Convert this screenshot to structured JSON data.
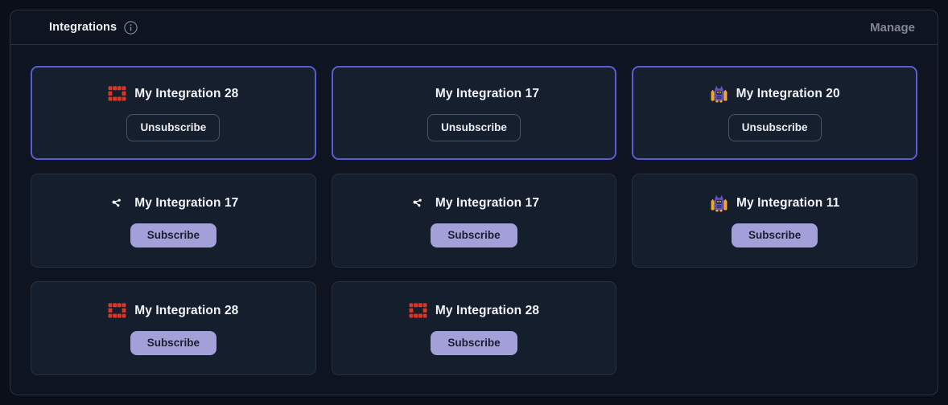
{
  "panel": {
    "title": "Integrations",
    "manage_label": "Manage"
  },
  "buttons": {
    "subscribe_label": "Subscribe",
    "unsubscribe_label": "Unsubscribe"
  },
  "cards": [
    {
      "title": "My Integration 28",
      "icon": "red-tiles-icon",
      "action": "Unsubscribe",
      "subscribed": true
    },
    {
      "title": "My Integration 17",
      "icon": "orange-stripes-icon",
      "action": "Unsubscribe",
      "subscribed": true
    },
    {
      "title": "My Integration 20",
      "icon": "wizard-mascot-icon",
      "action": "Unsubscribe",
      "subscribed": true
    },
    {
      "title": "My Integration 17",
      "icon": "pink-share-icon",
      "action": "Subscribe",
      "subscribed": false
    },
    {
      "title": "My Integration 17",
      "icon": "pink-share-icon",
      "action": "Subscribe",
      "subscribed": false
    },
    {
      "title": "My Integration 11",
      "icon": "wizard-mascot-icon",
      "action": "Subscribe",
      "subscribed": false
    },
    {
      "title": "My Integration 28",
      "icon": "red-tiles-icon",
      "action": "Subscribe",
      "subscribed": false
    },
    {
      "title": "My Integration 28",
      "icon": "red-tiles-icon",
      "action": "Subscribe",
      "subscribed": false
    }
  ],
  "colors": {
    "page_bg": "#0a0f1a",
    "panel_bg": "#0e1420",
    "card_bg": "#151e2c",
    "card_border": "#27303f",
    "subscribed_border": "#5c5bd6",
    "subscribe_button_bg": "#a39fd9",
    "subscribe_button_text": "#181f30",
    "unsubscribe_button_border": "#4a5362",
    "title_text": "#f2f4f7",
    "manage_text": "#7f8795",
    "red_tiles_icon": "#d6392a",
    "orange_stripes_icon": "#e2481d",
    "pink_share_icon": "#d6136b",
    "mascot_purple": "#5f55b8",
    "mascot_orange": "#f6a433"
  }
}
